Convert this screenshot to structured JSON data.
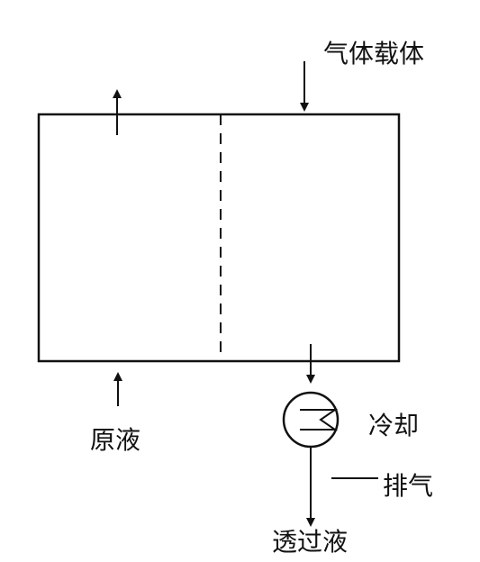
{
  "labels": {
    "gas_carrier": "气体载体",
    "feed_liquid": "原液",
    "cooling": "冷却",
    "exhaust": "排气",
    "permeate": "透过液"
  },
  "colors": {
    "line": "#111111",
    "background": "#ffffff"
  }
}
